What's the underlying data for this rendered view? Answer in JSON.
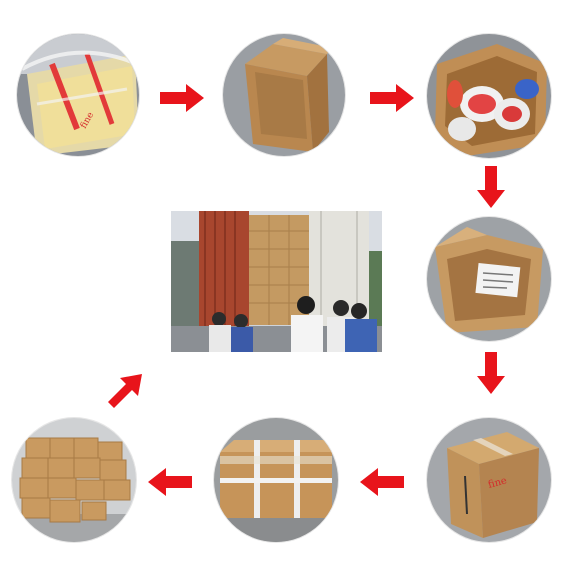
{
  "diagram": {
    "steps": [
      {
        "id": 1,
        "icon": "wrapped-product-photo"
      },
      {
        "id": 2,
        "icon": "empty-carton-photo"
      },
      {
        "id": 3,
        "icon": "carton-with-products-photo"
      },
      {
        "id": 4,
        "icon": "carton-with-document-photo"
      },
      {
        "id": 5,
        "icon": "sealed-carton-photo"
      },
      {
        "id": 6,
        "icon": "strapped-carton-photo"
      },
      {
        "id": 7,
        "icon": "stacked-cartons-photo"
      }
    ],
    "center_photo": {
      "icon": "container-loading-photo"
    },
    "arrow_color": "#e8141b",
    "printed_brand_text": "fine"
  }
}
